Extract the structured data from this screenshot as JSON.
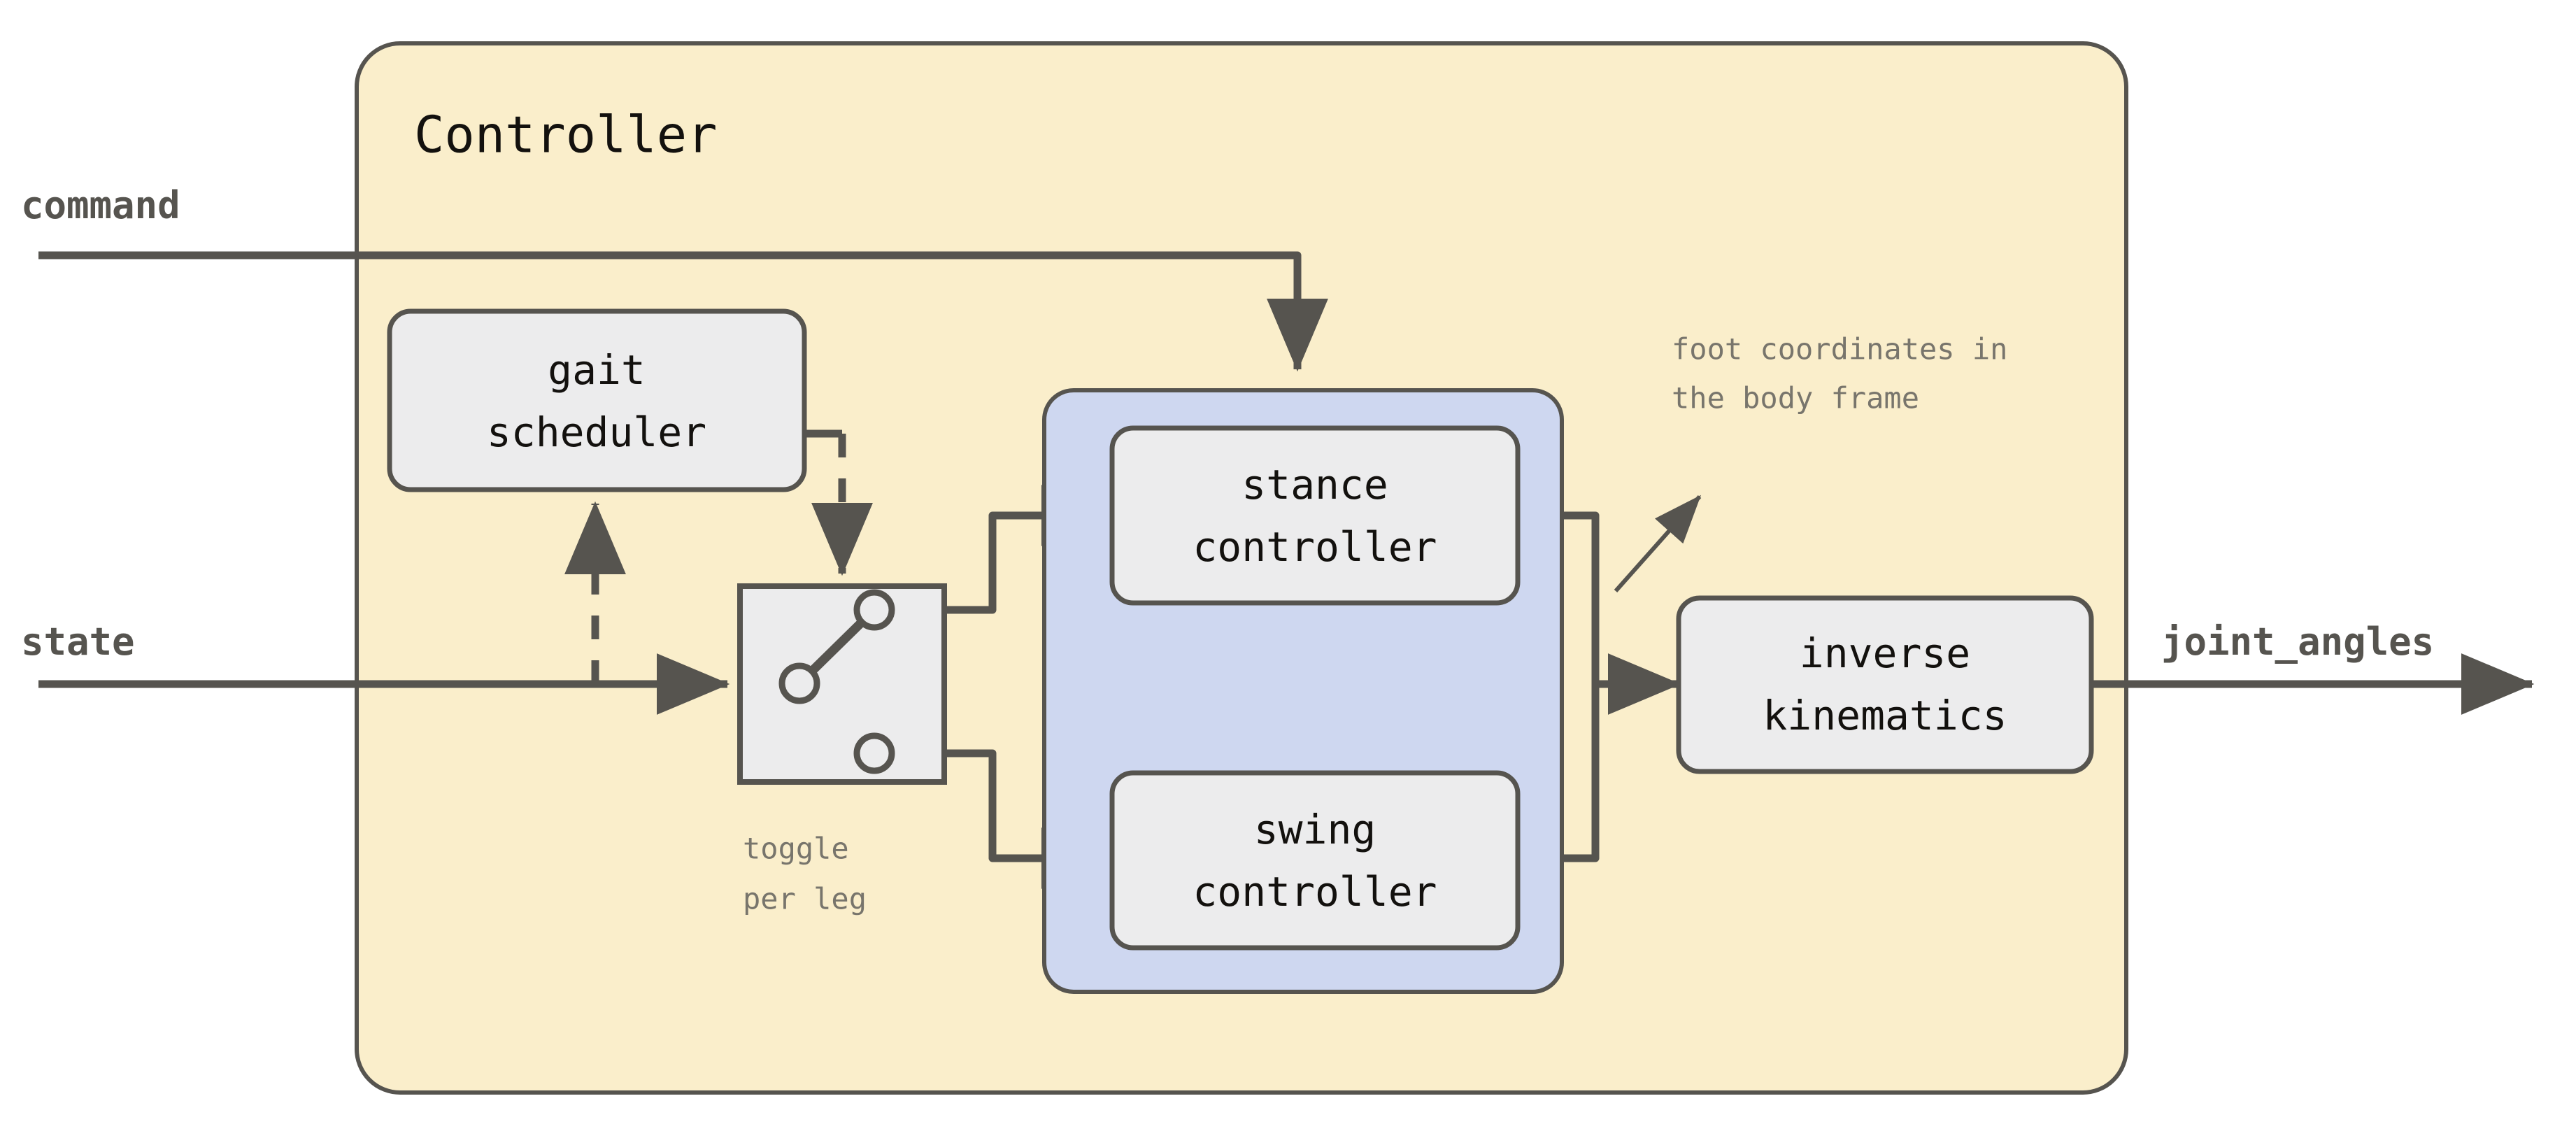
{
  "diagram": {
    "title": "Controller",
    "colors": {
      "outer_fill": "#faeecb",
      "outer_stroke": "#56544f",
      "group_blue_fill": "#ced7f0",
      "group_blue_stroke": "#56544f",
      "node_fill": "#ececed",
      "node_stroke": "#56544f",
      "wire": "#56544f",
      "annotation_text": "#78756c",
      "node_text": "#13110e",
      "page_background": "#ffffff"
    },
    "nodes": [
      {
        "id": "gait-scheduler",
        "line1": "gait",
        "line2": "scheduler"
      },
      {
        "id": "stance-controller",
        "line1": "stance",
        "line2": "controller"
      },
      {
        "id": "swing-controller",
        "line1": "swing",
        "line2": "controller"
      },
      {
        "id": "inverse-kinematics",
        "line1": "inverse",
        "line2": "kinematics"
      }
    ],
    "switch": {
      "caption_line1": "toggle",
      "caption_line2": "per leg",
      "state": "upper"
    },
    "annotation": {
      "line1": "foot coordinates in",
      "line2": "the body frame"
    },
    "io": {
      "input_command": "command",
      "input_state": "state",
      "output_joint_angles": "joint_angles"
    },
    "icons": {
      "switch": "toggle-switch-icon",
      "arrow_solid": "arrow-head-icon",
      "arrow_dashed": "dashed-arrow-icon",
      "annotation_pointer": "annotation-arrow-icon"
    }
  }
}
